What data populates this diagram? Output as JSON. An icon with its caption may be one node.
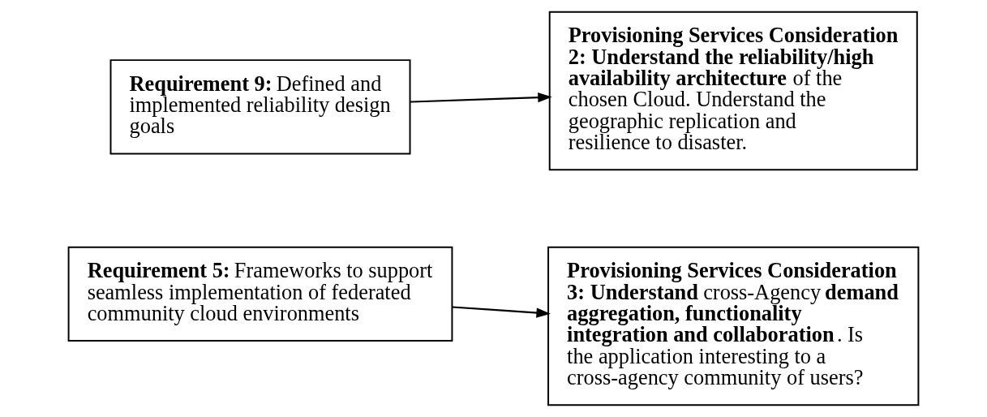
{
  "diagram": {
    "nodes": [
      {
        "text": [
          "**Requirement 9:** Defined and implemented reliability design goals"
        ]
      },
      {
        "text": [
          "**Provisioning Services Consideration 2: Understand the reliability/high availability architecture** of the chosen Cloud. Understand the geographic replication and resilience to disaster."
        ]
      },
      {
        "text": [
          "**Requirement 5:** Frameworks to support seamless implementation of federated community cloud environments"
        ]
      },
      {
        "text": [
          "**Provisioning Services Consideration 3: Understand** cross-Agency **demand aggregation, functionality integration and collaboration**. Is the application interesting to a cross-agency community of users?"
        ]
      }
    ],
    "edges": [
      {
        "from": 0,
        "to": 1,
        "arrow": "to"
      },
      {
        "from": 2,
        "to": 3,
        "arrow": "to"
      }
    ]
  }
}
